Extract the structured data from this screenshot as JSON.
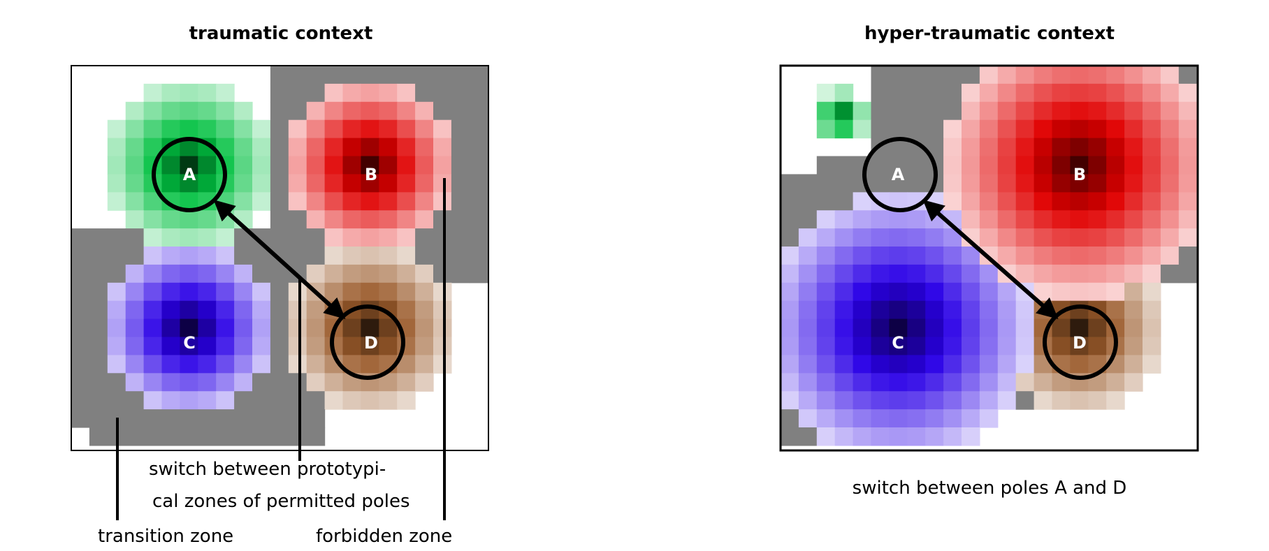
{
  "panels": [
    {
      "title": "traumatic context",
      "poles": [
        {
          "label": "A",
          "color": "#00c040",
          "radius": 7,
          "fill_core": 0.85
        },
        {
          "label": "B",
          "color": "#e00000",
          "radius": 7,
          "fill_core": 1.0
        },
        {
          "label": "C",
          "color": "#2a00e6",
          "radius": 7,
          "fill_core": 1.0
        },
        {
          "label": "D",
          "color": "#9a5a2a",
          "radius": 7,
          "fill_core": 0.8
        }
      ],
      "circled_poles": [
        "A",
        "D"
      ],
      "captions": {
        "switch_line1": "switch between prototypi-",
        "switch_line2": "cal zones of permitted poles",
        "transition": "transition zone",
        "forbidden": "forbidden zone"
      }
    },
    {
      "title": "hyper-traumatic context",
      "poles": [
        {
          "label": "A",
          "color": "#00c040"
        },
        {
          "label": "B",
          "color": "#e00000"
        },
        {
          "label": "C",
          "color": "#2a00e6"
        },
        {
          "label": "D",
          "color": "#9a5a2a"
        }
      ],
      "circled_poles": [
        "A",
        "D"
      ],
      "captions": {
        "switch": "switch between poles A and D"
      }
    }
  ],
  "colors": {
    "transition_gray": "#808080",
    "background": "#ffffff",
    "outline": "#000000"
  }
}
